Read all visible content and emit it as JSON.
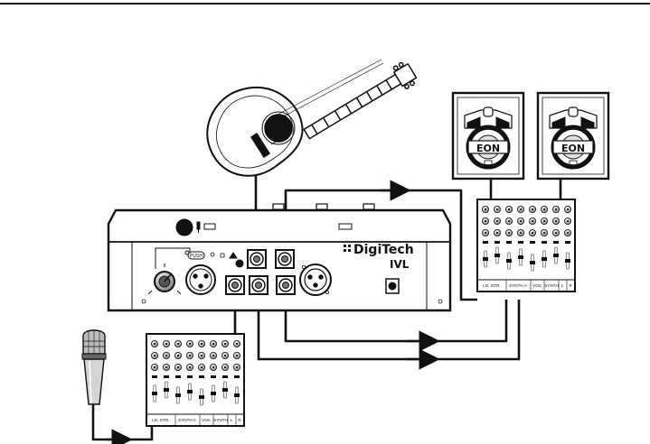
{
  "colors": {
    "ink": "#111111",
    "paper": "#ffffff",
    "shade": "#d9d9d9",
    "mid": "#9a9a9a"
  },
  "unit": {
    "brand_name": "DigiTech",
    "model": "IVL",
    "push_label": "PUSH"
  },
  "speakers": {
    "badge_text": [
      "EON",
      "EON"
    ]
  },
  "mixers": {
    "channel_labels": [
      "LD. GTR.",
      "SYNTH A",
      "VOC",
      "SYNTH",
      "L",
      "R"
    ]
  },
  "icons": [
    "acoustic-guitar-icon",
    "microphone-icon",
    "speaker-icon",
    "mixer-icon",
    "xlr-jack-icon",
    "quarter-inch-jack-icon",
    "arrow-icon"
  ]
}
